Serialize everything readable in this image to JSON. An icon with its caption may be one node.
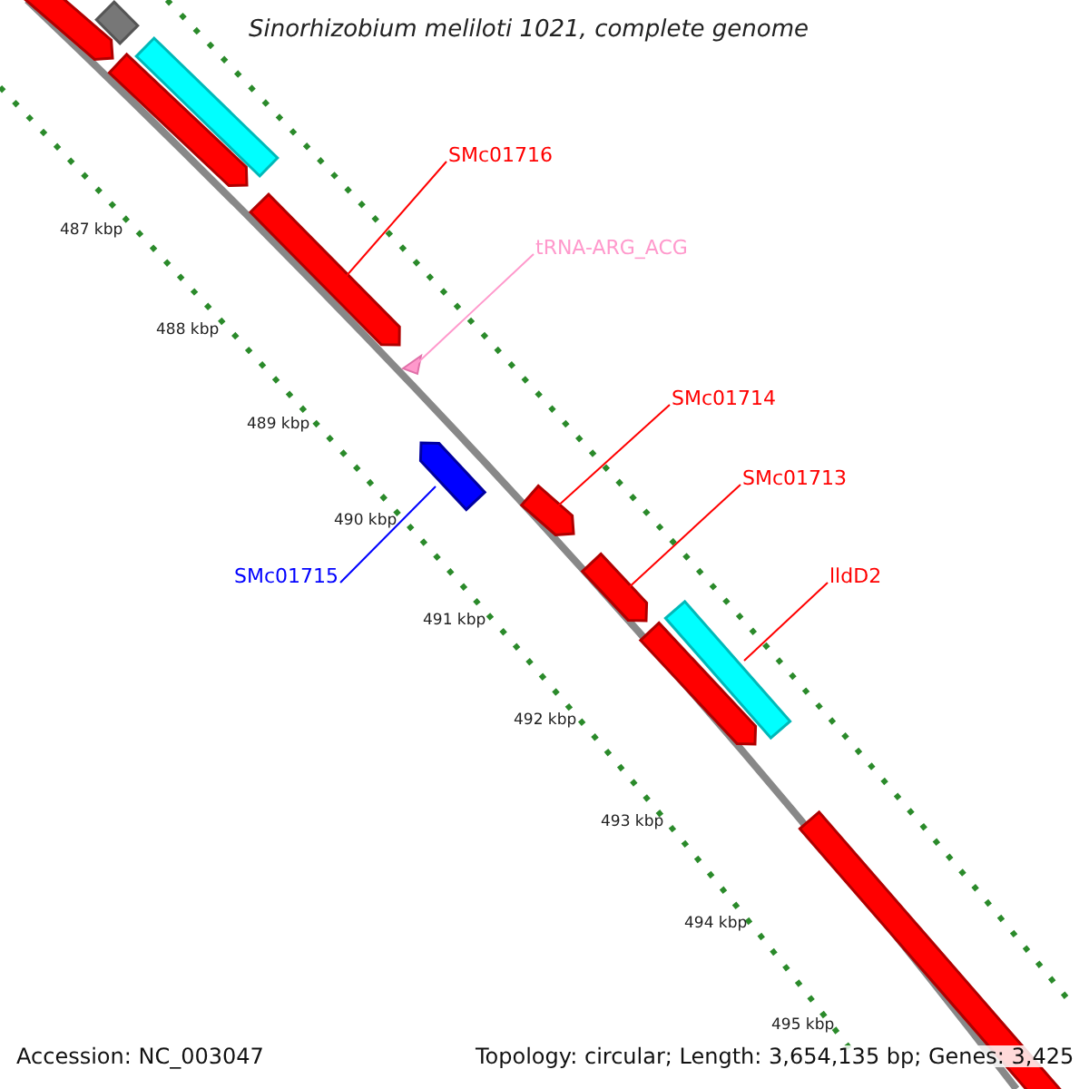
{
  "diagram": {
    "title": "Sinorhizobium meliloti 1021, complete genome",
    "nodes": [
      {
        "text": [
          "SMc01716"
        ]
      },
      {
        "text": [
          "tRNA-ARG_ACG"
        ]
      },
      {
        "text": [
          "SMc01714"
        ]
      },
      {
        "text": [
          "SMc01713"
        ]
      },
      {
        "text": [
          "lldD2"
        ]
      },
      {
        "text": [
          "SMc01715"
        ]
      },
      {
        "text": [],
        "shape": "bar"
      },
      {
        "text": [],
        "shape": "bar"
      },
      {
        "text": [],
        "shape": "bar"
      },
      {
        "text": [],
        "shape": "bar"
      },
      {
        "text": [],
        "shape": "bar"
      },
      {
        "text": [],
        "shape": "triangle"
      },
      {
        "text": [],
        "shape": "bar"
      },
      {
        "text": [],
        "shape": "bar"
      },
      {
        "text": [],
        "shape": "bar"
      },
      {
        "text": [],
        "shape": "bar"
      },
      {
        "text": [],
        "shape": "bar"
      },
      {
        "text": [],
        "shape": "bar"
      }
    ],
    "edges": [
      {
        "from": 0,
        "to": 10,
        "arrow": "none"
      },
      {
        "from": 1,
        "to": 11,
        "arrow": "none",
        "color": "#ff99cc"
      },
      {
        "from": 2,
        "to": 13,
        "arrow": "none"
      },
      {
        "from": 3,
        "to": 14,
        "arrow": "none"
      },
      {
        "from": 4,
        "to": 15,
        "arrow": "none"
      },
      {
        "from": 5,
        "to": 12,
        "arrow": "none",
        "color": "#0000ff"
      }
    ],
    "labels": [
      "487 kbp",
      "488 kbp",
      "489 kbp",
      "490 kbp",
      "491 kbp",
      "492 kbp",
      "493 kbp",
      "494 kbp",
      "495 kbp",
      "Accession: NC_003047",
      "Topology: circular; Length: 3,654,135 bp; Genes: 3,425"
    ]
  }
}
